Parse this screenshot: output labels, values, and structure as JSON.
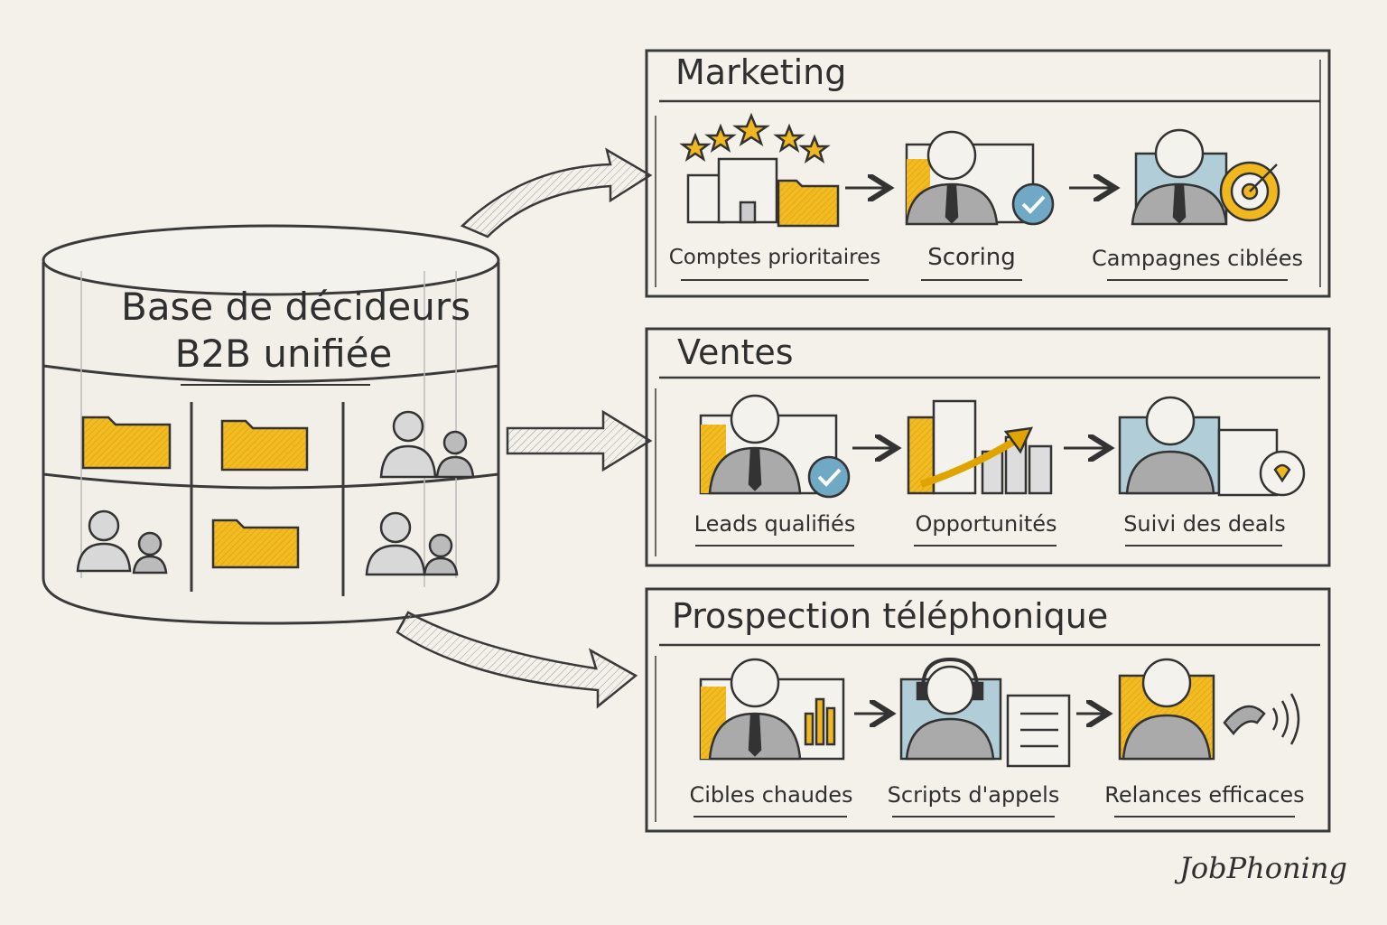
{
  "database": {
    "title_line1": "Base de décideurs",
    "title_line2": "B2B unifiée",
    "icons": [
      "folder-icon",
      "folder-icon",
      "people-icon",
      "people-icon",
      "folder-icon",
      "people-icon"
    ]
  },
  "panels": [
    {
      "title": "Marketing",
      "steps": [
        {
          "label": "Comptes prioritaires",
          "icon": "buildings-stars-icon"
        },
        {
          "label": "Scoring",
          "icon": "person-check-icon"
        },
        {
          "label": "Campagnes ciblées",
          "icon": "person-target-icon"
        }
      ]
    },
    {
      "title": "Ventes",
      "steps": [
        {
          "label": "Leads qualifiés",
          "icon": "person-check-icon"
        },
        {
          "label": "Opportunités",
          "icon": "growth-chart-icon"
        },
        {
          "label": "Suivi des deals",
          "icon": "person-clipboard-icon"
        }
      ]
    },
    {
      "title": "Prospection téléphonique",
      "steps": [
        {
          "label": "Cibles chaudes",
          "icon": "person-chart-icon"
        },
        {
          "label": "Scripts d'appels",
          "icon": "headset-checklist-icon"
        },
        {
          "label": "Relances efficaces",
          "icon": "person-phone-icon"
        }
      ]
    }
  ],
  "brand": {
    "logo_text": "JobPhoning"
  },
  "colors": {
    "accent": "#f0b71f",
    "ink": "#333333",
    "blue": "#6fa9c6",
    "paper": "#f3f1ea"
  }
}
